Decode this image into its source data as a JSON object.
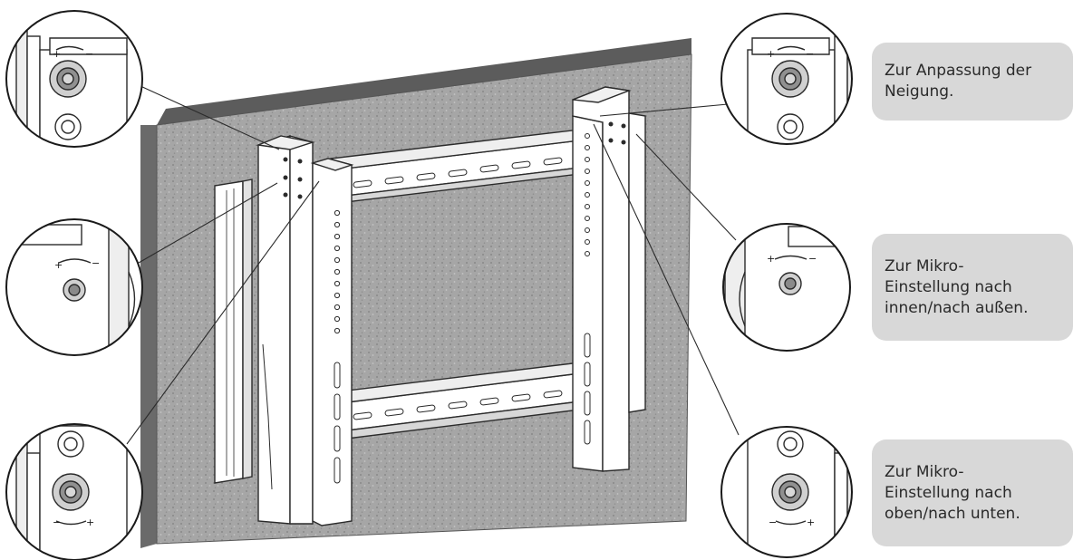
{
  "callouts": [
    {
      "id": "tilt",
      "lines": [
        "Zur Anpassung der",
        "Neigung."
      ]
    },
    {
      "id": "inout",
      "lines": [
        "Zur Mikro-",
        "Einstellung nach",
        "innen/nach außen."
      ]
    },
    {
      "id": "updown",
      "lines": [
        "Zur Mikro-",
        "Einstellung nach",
        "oben/nach unten."
      ]
    }
  ],
  "adjuster_symbols": {
    "plus": "+",
    "minus": "−"
  },
  "colors": {
    "wall": "#a3a3a3",
    "wall_edge": "#6e6e6e",
    "line": "#2b2b2b",
    "metal": "#ffffff",
    "callout_bg": "#d8d8d8",
    "callout_text": "#2a2a2a"
  },
  "icons": [
    "wall-plate",
    "mount-bracket",
    "adjuster-knob-icon",
    "magnifier-circle"
  ]
}
